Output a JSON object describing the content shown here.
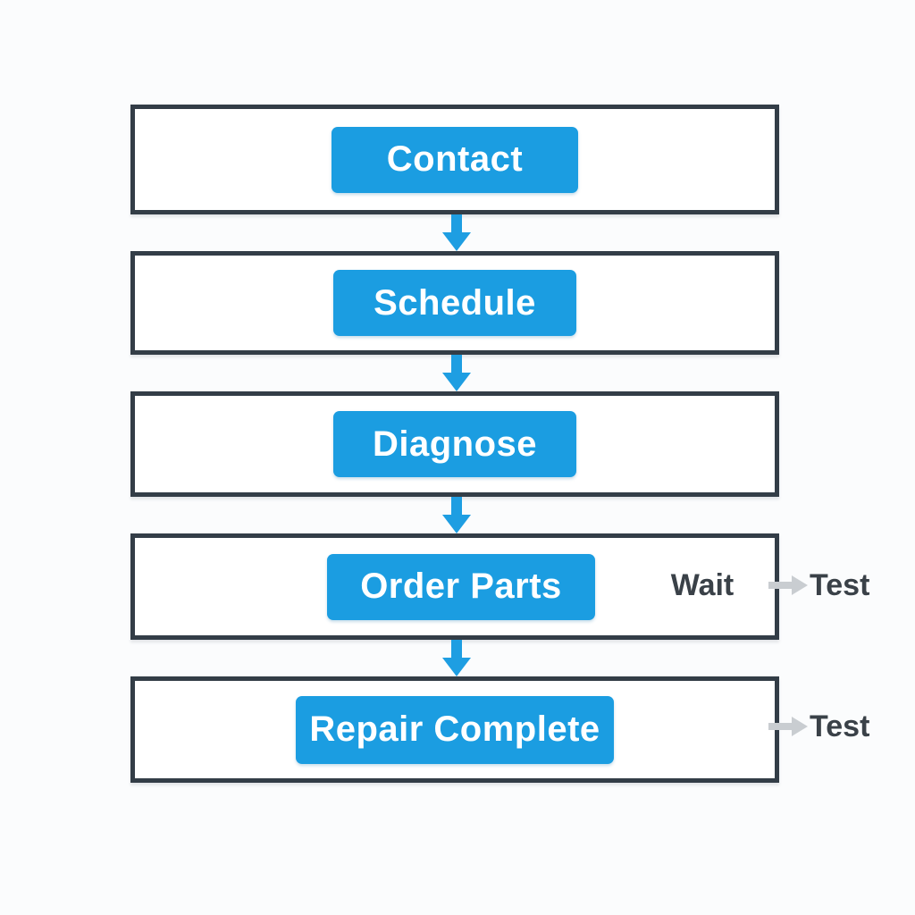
{
  "flow": {
    "steps": [
      {
        "label": "Contact"
      },
      {
        "label": "Schedule"
      },
      {
        "label": "Diagnose"
      },
      {
        "label": "Order Parts",
        "note": "Wait",
        "branch": {
          "label": "Test"
        }
      },
      {
        "label": "Repair Complete",
        "branch": {
          "label": "Test"
        }
      }
    ],
    "colors": {
      "accent_blue": "#1b9de1",
      "box_border": "#333d47",
      "box_fill": "#ffffff",
      "branch_arrow_gray": "#c9cdd1",
      "note_text": "#3a4148",
      "button_text": "#ffffff",
      "background": "#fbfcfd"
    }
  }
}
